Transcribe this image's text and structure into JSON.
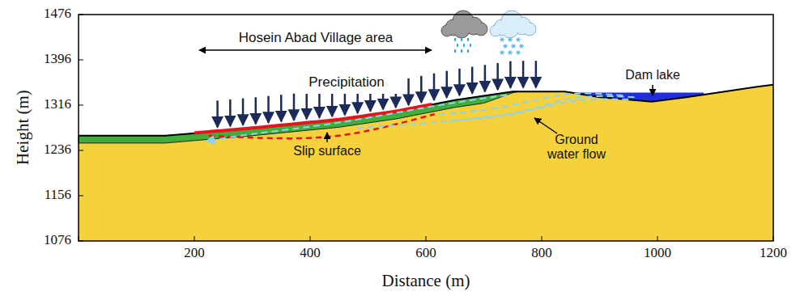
{
  "diagram": {
    "labels": [
      "Hosein Abad Village area",
      "Precipitation",
      "Dam lake",
      "Slip surface",
      "Ground water flow",
      "Height (m)",
      "Distance (m)",
      "1476",
      "1396",
      "1316",
      "1236",
      "1156",
      "1076",
      "200",
      "400",
      "600",
      "800",
      "1000",
      "1200"
    ]
  }
}
